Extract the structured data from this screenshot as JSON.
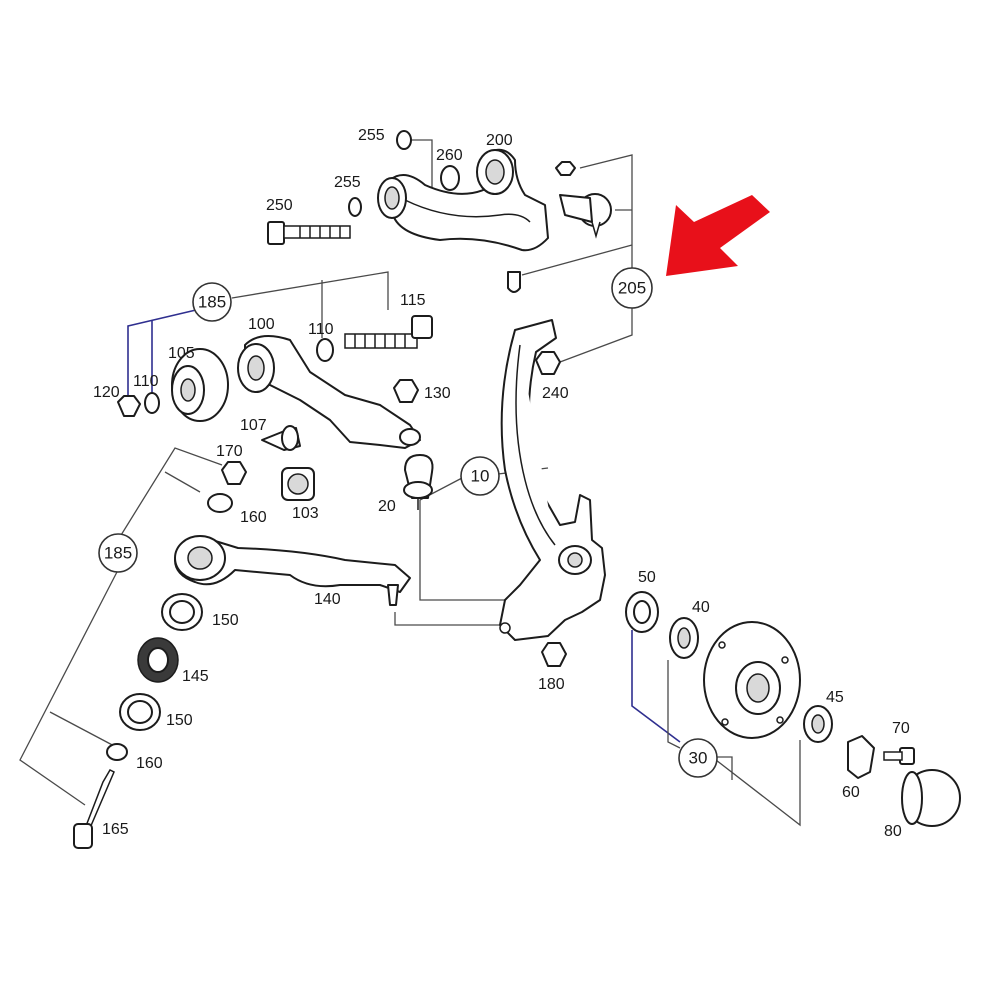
{
  "diagram": {
    "labels": {
      "p255a": "255",
      "p260": "260",
      "p200": "200",
      "p255b": "255",
      "p250": "250",
      "p115": "115",
      "p100": "100",
      "p110a": "110",
      "p105": "105",
      "p120": "120",
      "p110b": "110",
      "p130": "130",
      "p240": "240",
      "p107": "107",
      "p170": "170",
      "p103": "103",
      "p160a": "160",
      "p20": "20",
      "p140": "140",
      "p150a": "150",
      "p145": "145",
      "p150b": "150",
      "p160b": "160",
      "p165": "165",
      "p180": "180",
      "p50": "50",
      "p40": "40",
      "p45": "45",
      "p70": "70",
      "p60": "60",
      "p80": "80"
    },
    "callouts": {
      "c185a": "185",
      "c185b": "185",
      "c205": "205",
      "c10": "10",
      "c30": "30"
    },
    "colors": {
      "highlight_arrow": "#e8101a",
      "line": "#1c1c1c",
      "leader_blue": "#2f2f8f"
    }
  }
}
